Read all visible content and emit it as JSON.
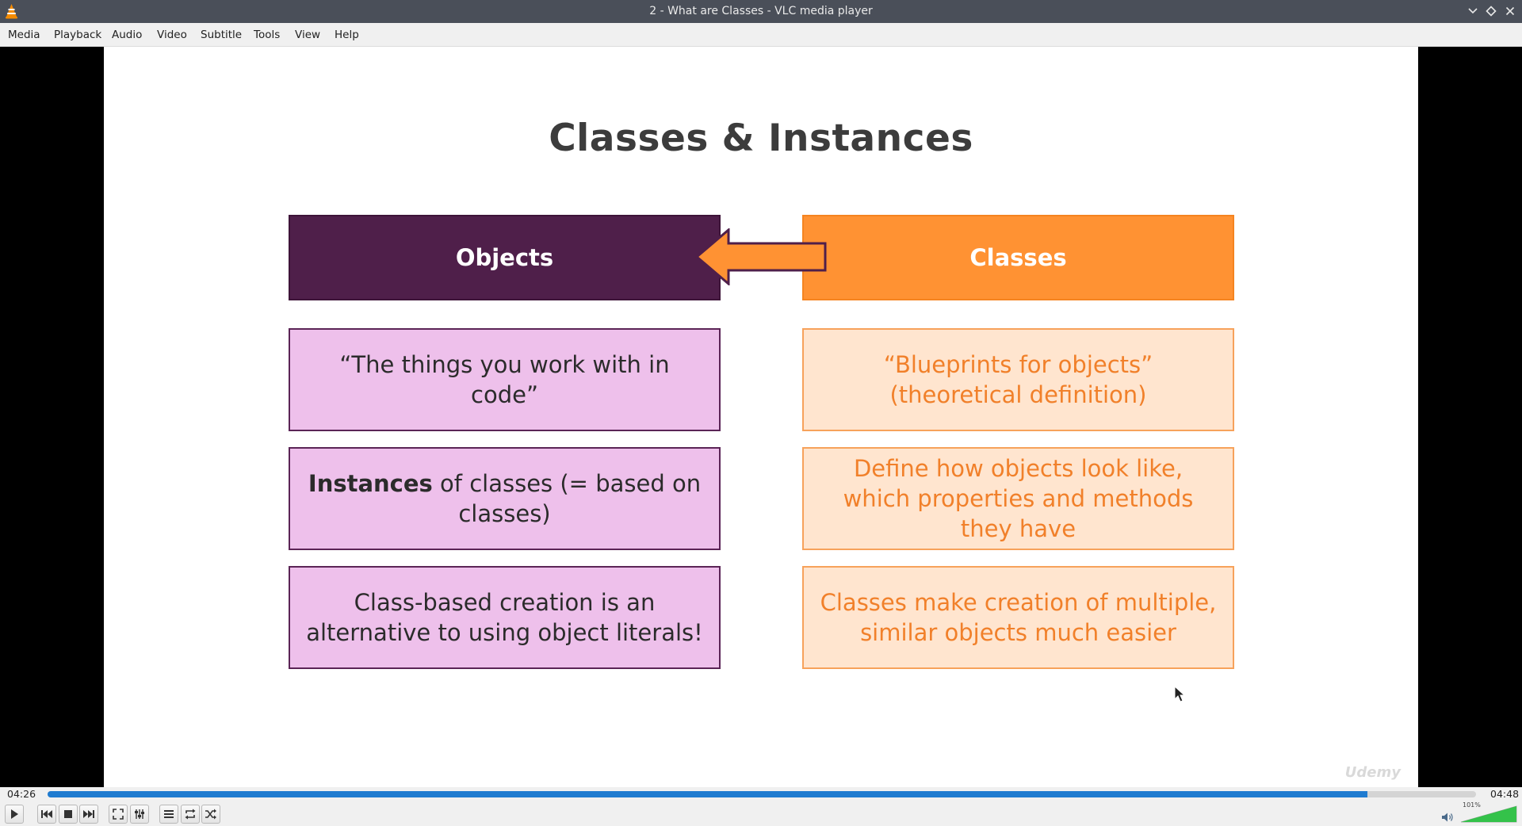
{
  "window": {
    "title": "2 - What are Classes - VLC media player"
  },
  "menubar": {
    "items": [
      "Media",
      "Playback",
      "Audio",
      "Video",
      "Subtitle",
      "Tools",
      "View",
      "Help"
    ]
  },
  "slide": {
    "title": "Classes & Instances",
    "objects_header": "Objects",
    "classes_header": "Classes",
    "objects_cards": [
      {
        "text": "“The things you work with in code”"
      },
      {
        "bold": "Instances",
        "text": " of classes (= based on classes)"
      },
      {
        "text": "Class-based creation is an alternative to using object literals!"
      }
    ],
    "classes_cards": [
      {
        "text": "“Blueprints for objects” (theoretical definition)"
      },
      {
        "text": "Define how objects look like, which properties and methods they have"
      },
      {
        "text": "Classes make creation of multiple, similar objects much easier"
      }
    ],
    "watermark": "Udemy",
    "colors": {
      "objects_dark": "#4f1f4a",
      "objects_light": "#eec0eb",
      "classes_dark": "#ff9233",
      "classes_light": "#ffe5cf"
    }
  },
  "player": {
    "elapsed": "04:26",
    "duration": "04:48",
    "progress_fraction": 0.924,
    "volume_label": "101%",
    "volume_fraction": 1.0,
    "accent": "#1f7bd0",
    "buttons": [
      {
        "name": "play-icon"
      },
      {
        "name": "previous-icon"
      },
      {
        "name": "stop-icon"
      },
      {
        "name": "next-icon"
      },
      {
        "name": "fullscreen-icon"
      },
      {
        "name": "extended-settings-icon"
      },
      {
        "name": "playlist-icon"
      },
      {
        "name": "loop-icon"
      },
      {
        "name": "random-icon"
      }
    ]
  }
}
